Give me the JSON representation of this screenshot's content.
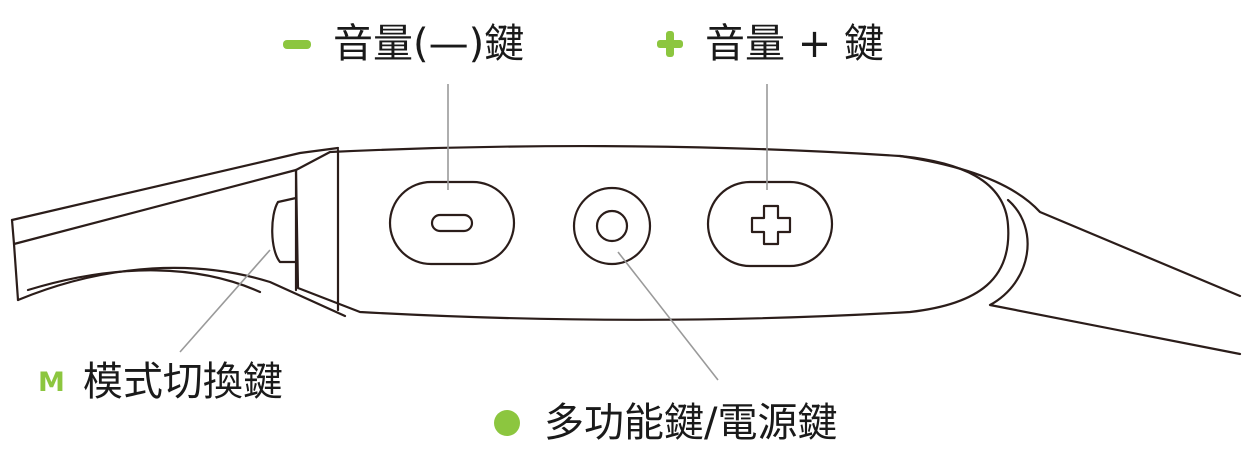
{
  "colors": {
    "accent": "#8cc63f",
    "outline": "#2b1d1a",
    "leader": "#9a9a9a",
    "text": "#1a1a1a"
  },
  "labels": {
    "volume_down": {
      "icon": "minus-icon",
      "text": "音量(—)鍵"
    },
    "volume_up": {
      "icon": "plus-icon",
      "text": "音量 + 鍵"
    },
    "mode_switch": {
      "badge": "M",
      "text": "模式切換鍵"
    },
    "multi_function": {
      "icon": "dot-icon",
      "text": "多功能鍵/電源鍵"
    }
  }
}
